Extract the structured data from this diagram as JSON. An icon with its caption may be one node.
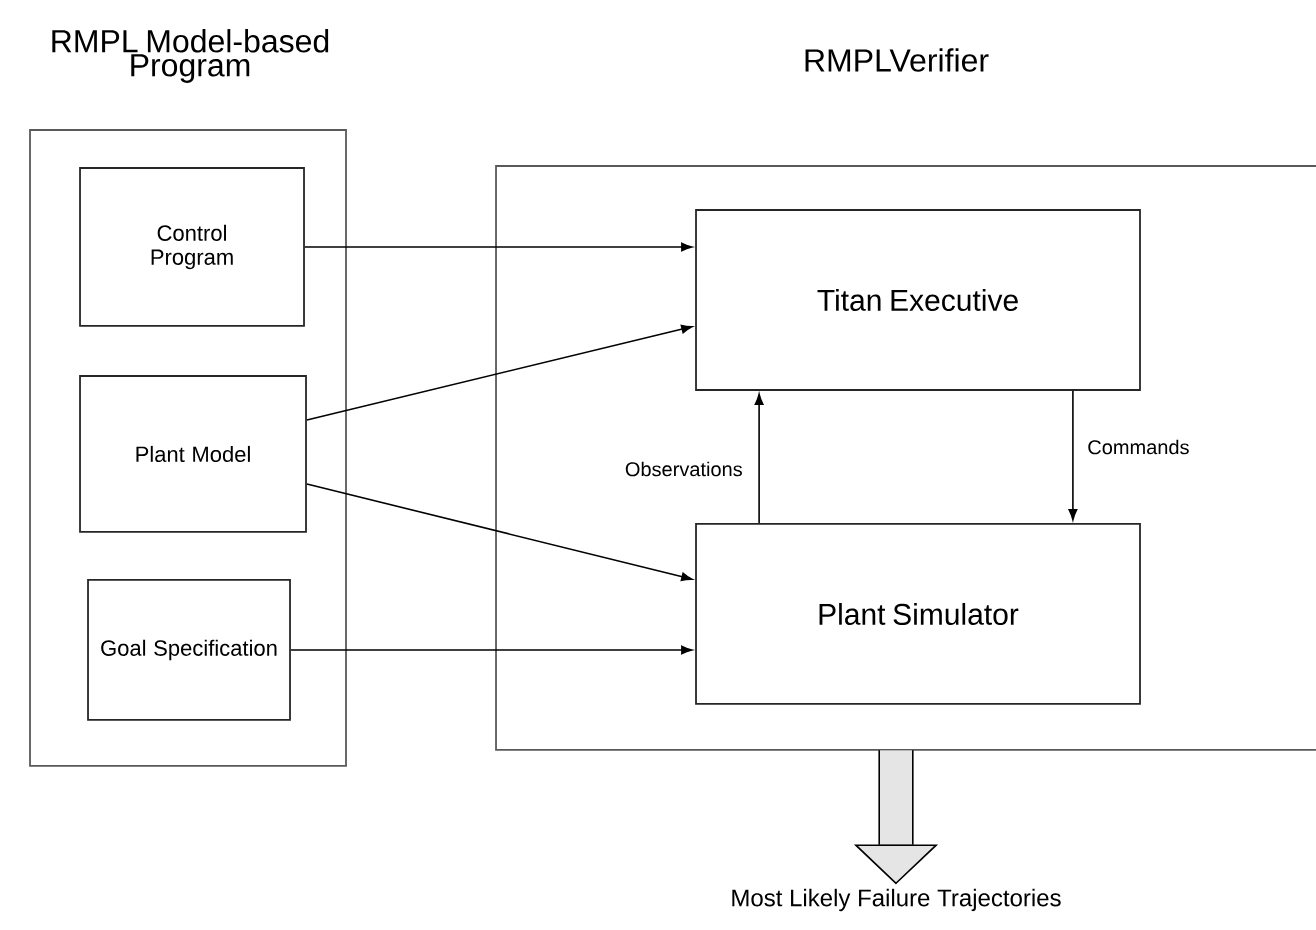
{
  "diagram": {
    "nodes": [
      {
        "text": [
          "RMPL Model-based Program"
        ]
      },
      {
        "text": [
          "Control Program"
        ],
        "in": 0
      },
      {
        "text": [
          "Plant Model"
        ],
        "in": 0
      },
      {
        "text": [
          "Goal Specification"
        ],
        "in": 0
      },
      {
        "text": [
          "RMPLVerifier"
        ]
      },
      {
        "text": [
          "Titan Executive"
        ],
        "in": 4
      },
      {
        "text": [
          "Plant Simulator"
        ],
        "in": 4
      },
      {
        "text": [
          "Most Likely Failure Trajectories"
        ]
      }
    ],
    "edges": [
      {
        "from": 1,
        "to": 5,
        "arrow": "to"
      },
      {
        "from": 2,
        "to": 5,
        "arrow": "to"
      },
      {
        "from": 2,
        "to": 6,
        "arrow": "to"
      },
      {
        "from": 3,
        "to": 6,
        "arrow": "to"
      },
      {
        "from": 6,
        "to": 5,
        "arrow": "to",
        "label": "Observations"
      },
      {
        "from": 5,
        "to": 6,
        "arrow": "to",
        "label": "Commands"
      },
      {
        "from": 4,
        "to": 7,
        "arrow": "to",
        "style": "thick"
      }
    ]
  }
}
